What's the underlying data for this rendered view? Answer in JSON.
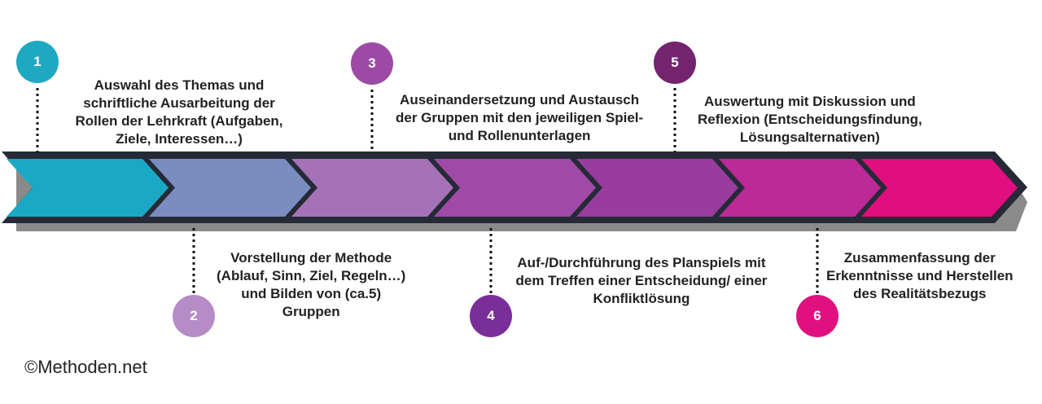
{
  "steps": [
    {
      "number": "1",
      "lines": [
        "Auswahl des Themas und",
        "schriftliche Ausarbeitung der",
        "Rollen der Lehrkraft (Aufgaben,",
        "Ziele, Interessen…)"
      ],
      "color": "#1fa9c0",
      "position": "top"
    },
    {
      "number": "2",
      "lines": [
        "Vorstellung der Methode",
        "(Ablauf, Sinn, Ziel, Regeln…)",
        "und Bilden von (ca.5)",
        "Gruppen"
      ],
      "color": "#b58cc6",
      "position": "bottom"
    },
    {
      "number": "3",
      "lines": [
        "Auseinandersetzung und Austausch",
        "der Gruppen mit den jeweiligen Spiel-",
        "und Rollenunterlagen"
      ],
      "color": "#9c4aa5",
      "position": "top"
    },
    {
      "number": "4",
      "lines": [
        "Auf-/Durchführung des Planspiels mit",
        "dem Treffen einer Entscheidung/ einer",
        "Konfliktlösung"
      ],
      "color": "#7a2e9a",
      "position": "bottom"
    },
    {
      "number": "5",
      "lines": [
        "Auswertung mit Diskussion und",
        "Reflexion (Entscheidungsfindung,",
        "Lösungsalternativen)"
      ],
      "color": "#74246e",
      "position": "top"
    },
    {
      "number": "6",
      "lines": [
        "Zusammenfassung der",
        "Erkenntnisse und Herstellen",
        "des Realitätsbezugs"
      ],
      "color": "#e0117f",
      "position": "bottom"
    }
  ],
  "arrow_colors": [
    "#1aa9c4",
    "#7a8cc0",
    "#a572b8",
    "#a04aa8",
    "#9a3c9e",
    "#bb2a96",
    "#e00e7e"
  ],
  "copyright": "©Methoden.net"
}
